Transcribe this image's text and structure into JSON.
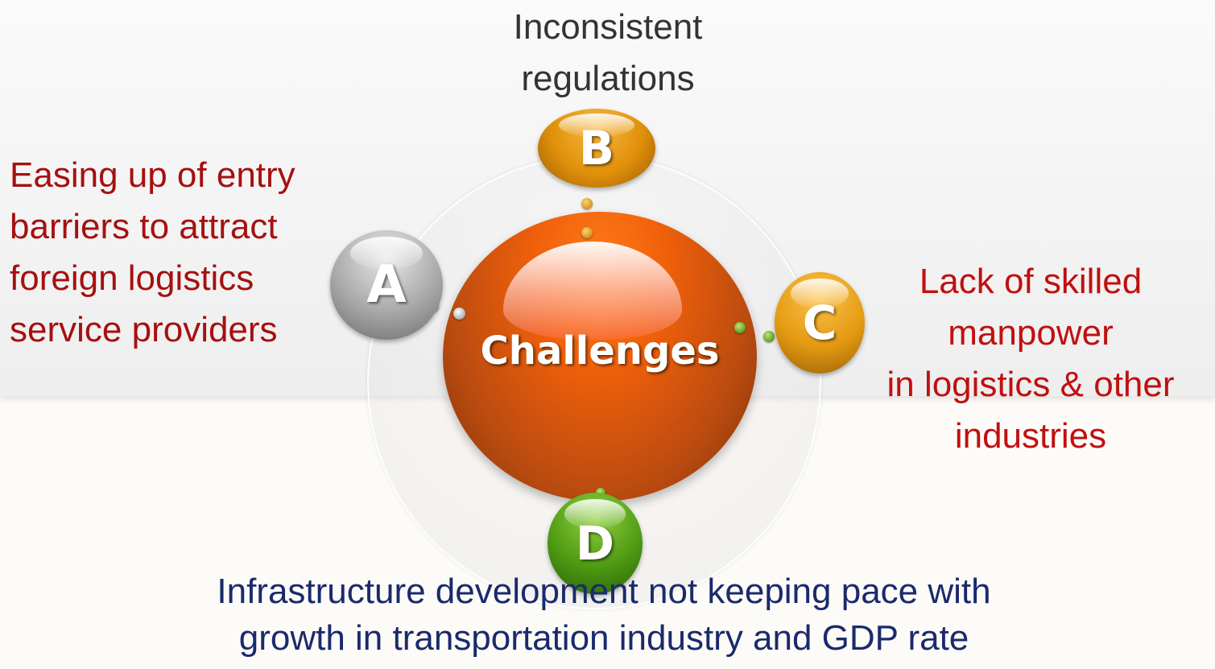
{
  "center": {
    "label": "Challenges"
  },
  "nodes": [
    {
      "letter": "A",
      "color": "#a0a0a0",
      "lines": [
        "Easing up of entry",
        "barriers to attract",
        "foreign logistics",
        "service providers"
      ],
      "text_color": "#a61010"
    },
    {
      "letter": "B",
      "color": "#e0900a",
      "lines": [
        "Inconsistent",
        "regulations"
      ],
      "text_color": "#333333"
    },
    {
      "letter": "C",
      "color": "#e49a12",
      "lines": [
        "Lack of skilled",
        "manpower",
        "in logistics & other",
        "industries"
      ],
      "text_color": "#c01010"
    },
    {
      "letter": "D",
      "color": "#4e9a12",
      "lines": [
        "Infrastructure development not  keeping pace with",
        "growth  in transportation industry and GDP rate"
      ],
      "text_color": "#1a2a6c"
    }
  ],
  "hub_color": "#f0600a"
}
